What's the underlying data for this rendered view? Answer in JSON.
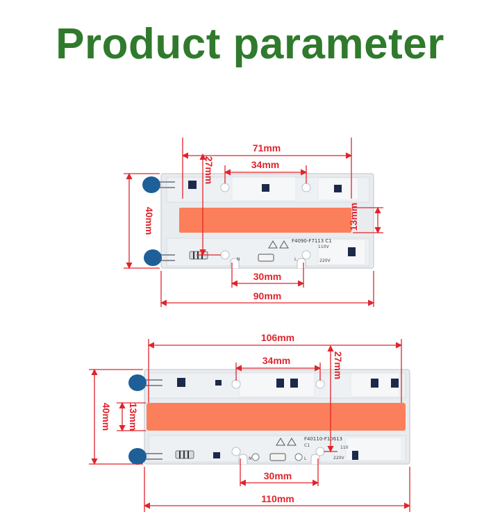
{
  "title": "Product parameter",
  "colors": {
    "title": "#2f7a2c",
    "dimension": "#e0242b",
    "board": "#e9ecef",
    "board_edge": "#c7ccd1",
    "led_strip": "#fb7f5a",
    "capacitor": "#1f5f97"
  },
  "board1": {
    "model": "F4090-F7113 C1",
    "voltage_110": "110V",
    "voltage_220": "220V",
    "terminal_n": "N",
    "terminal_l": "L",
    "dims": {
      "total_length": "90mm",
      "hole_span": "71mm",
      "inner_span": "34mm",
      "height": "40mm",
      "strip_height": "13mm",
      "vertical_27": "27mm",
      "terminal_span": "30mm"
    }
  },
  "board2": {
    "model": "F40110-F10613",
    "model_suffix": "C1",
    "voltage_220": "220V",
    "voltage_110": "110",
    "terminal_n": "N",
    "terminal_l": "L",
    "dims": {
      "total_length": "110mm",
      "hole_span": "106mm",
      "inner_span": "34mm",
      "height": "40mm",
      "strip_height": "13mm",
      "vertical_27": "27mm",
      "terminal_span": "30mm"
    }
  }
}
